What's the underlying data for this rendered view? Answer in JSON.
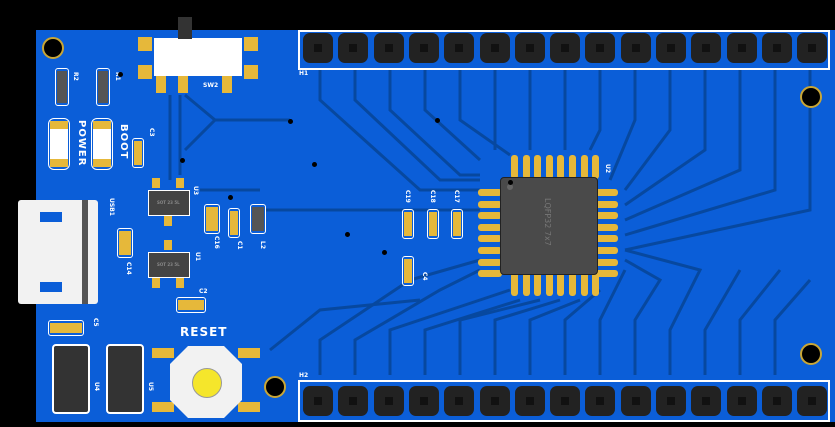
{
  "labels": {
    "h1": "H1",
    "h2": "H2",
    "r1": "R1",
    "r2": "R2",
    "power": "POWER",
    "boot": "BOOT",
    "c3": "C3",
    "sw2": "SW2",
    "u3": "U3",
    "usb1": "USB1",
    "c16": "C16",
    "c1": "C1",
    "l2": "L2",
    "c14": "C14",
    "u1": "U1",
    "c2": "C2",
    "c5": "C5",
    "reset": "RESET",
    "u4": "U4",
    "u5": "U5",
    "c19": "C19",
    "c18": "C18",
    "c17": "C17",
    "c4": "C4",
    "u2": "U2",
    "u2_marking": "LQFP32 7x7",
    "u1_marking": "SOT 23 5L",
    "u3_marking": "SOT 23 5L"
  },
  "colors": {
    "board": "#0b5ed8",
    "pad": "#e6b83a",
    "trace": "#08469e"
  },
  "header_pins": 15
}
